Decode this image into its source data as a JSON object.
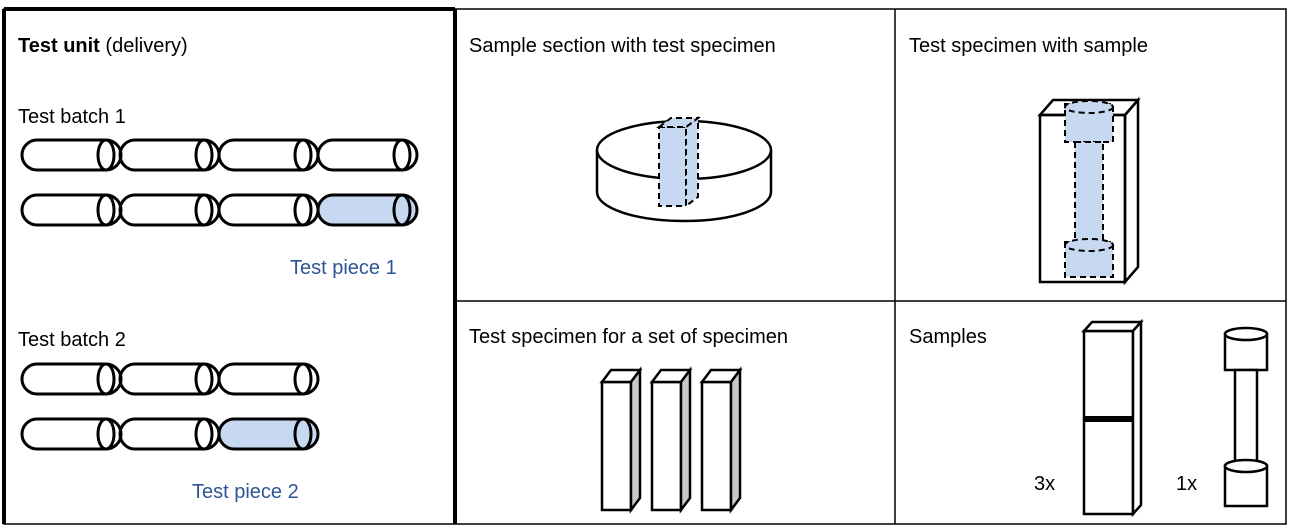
{
  "test_unit": {
    "title_bold": "Test unit",
    "title_rest": " (delivery)",
    "batch1_label": "Test batch 1",
    "batch1_piece_label": "Test piece 1",
    "batch2_label": "Test batch 2",
    "batch2_piece_label": "Test piece 2"
  },
  "cells": {
    "sample_section_label": "Sample section with test specimen",
    "specimen_with_sample_label": "Test specimen with sample",
    "specimen_set_label": "Test specimen for a set of specimen",
    "samples_label": "Samples",
    "samples_count_bar": "3x",
    "samples_count_dogbone": "1x"
  },
  "colors": {
    "highlight_fill": "#c7d9f0",
    "piece_label": "#2f5496",
    "side_shade": "#c8c8c8"
  }
}
